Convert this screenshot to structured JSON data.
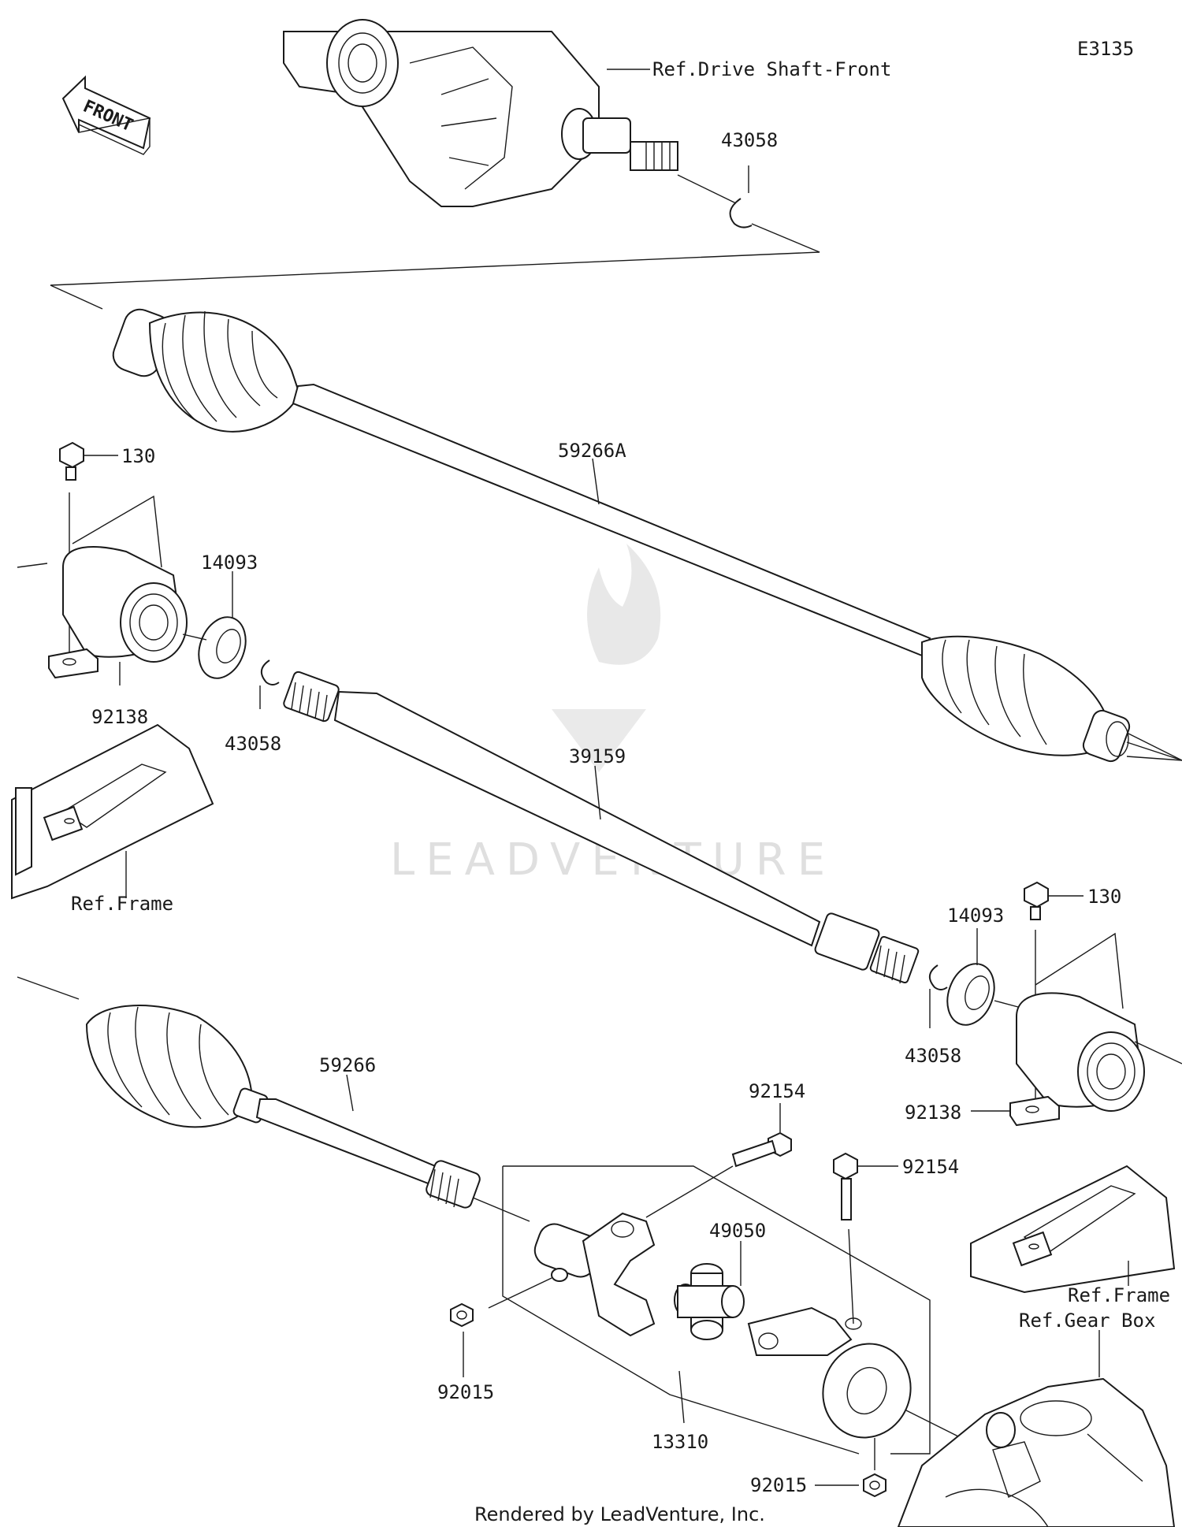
{
  "diagram": {
    "code": "E3135",
    "front_label": "FRONT",
    "watermark": "LEADVENTURE",
    "footer": "Rendered by LeadVenture, Inc.",
    "references": {
      "drive_shaft_front": "Ref.Drive Shaft-Front",
      "frame_left": "Ref.Frame",
      "frame_right": "Ref.Frame",
      "gear_box": "Ref.Gear Box"
    },
    "parts": {
      "p43058_top": "43058",
      "p59266A": "59266A",
      "p130_left": "130",
      "p14093_left": "14093",
      "p92138_left": "92138",
      "p43058_left": "43058",
      "p39159": "39159",
      "p130_right": "130",
      "p14093_right": "14093",
      "p43058_right": "43058",
      "p92138_right": "92138",
      "p59266": "59266",
      "p92154_a": "92154",
      "p92154_b": "92154",
      "p49050": "49050",
      "p92015_left": "92015",
      "p13310": "13310",
      "p92015_bottom": "92015"
    }
  }
}
